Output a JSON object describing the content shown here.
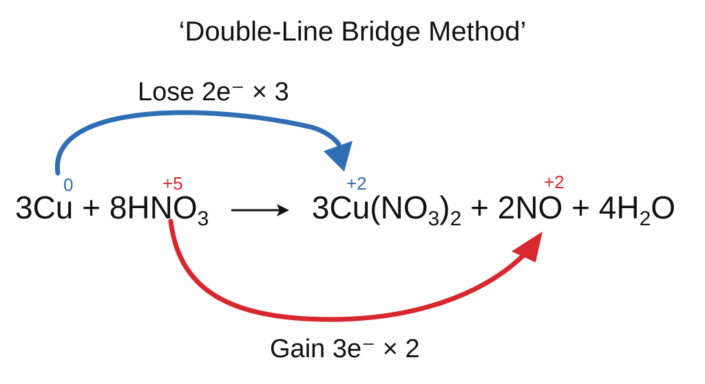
{
  "title": "‘Double-Line Bridge Method’",
  "lose_label": "Lose 2e⁻ × 3",
  "gain_label": "Gain 3e⁻ × 2",
  "equation": {
    "reactant_cu": "3Cu",
    "plus_1": "+",
    "reactant_hno3_main": "8HNO",
    "reactant_hno3_sub": "3",
    "product_cuno3_prefix": "3Cu(NO",
    "product_cuno3_inner_sub": "3",
    "product_cuno3_close": ")",
    "product_cuno3_outer_sub": "2",
    "plus_2": "+",
    "product_no": "2NO",
    "plus_3": "+",
    "product_water_prefix": "4H",
    "product_water_sub": "2",
    "product_water_suffix": "O"
  },
  "oxidation_states": {
    "cu_reactant": "0",
    "n_reactant": "+5",
    "cu_product": "+2",
    "n_product": "+2"
  },
  "colors": {
    "loss_arrow": "#2f6db5",
    "gain_arrow": "#d8272d",
    "text": "#111111"
  }
}
